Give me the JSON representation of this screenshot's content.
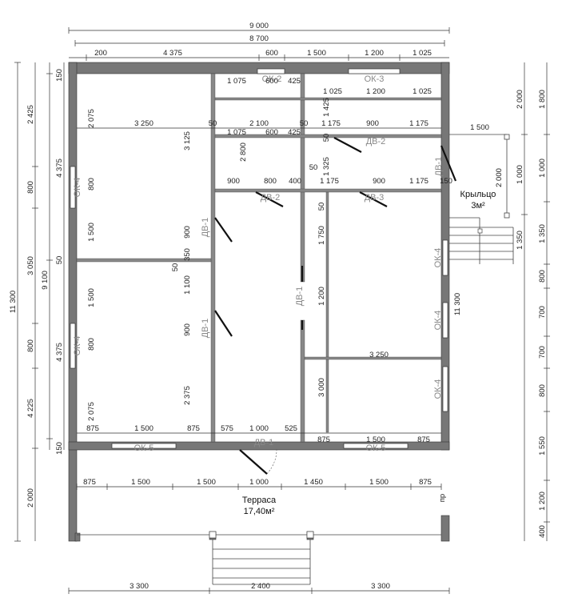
{
  "overall": {
    "width_total": "9 000",
    "width_inner": "8 700",
    "height_total": "11 300",
    "height_house": "9 100",
    "height_right": "11 300"
  },
  "rooms": {
    "terrace": "Терраса",
    "terrace_area": "17,40м²",
    "porch": "Крыльцо",
    "porch_area": "3м²"
  },
  "labels": {
    "ok3": "ОК-3",
    "ok2": "ОК-2",
    "ok4": "ОК-4",
    "ok5": "ОК-5",
    "dv1": "ДВ-1",
    "dv2": "ДВ-2",
    "dv3": "ДВ-3",
    "pr": "пр"
  },
  "dims": {
    "d200": "200",
    "d4375": "4 375",
    "d600": "600",
    "d1500": "1 500",
    "d1200": "1 200",
    "d1025": "1 025",
    "d1075": "1 075",
    "d425": "425",
    "d1425": "1 425",
    "d2075": "2 075",
    "d3250": "3 250",
    "d50": "50",
    "d2100": "2 100",
    "d1175": "1 175",
    "d900": "900",
    "d3125": "3 125",
    "d2800": "2 800",
    "d1325": "1 325",
    "d800": "800",
    "d400": "400",
    "d150": "150",
    "d350": "350",
    "d1100": "1 100",
    "d1750": "1 750",
    "d2375": "2 375",
    "d3000": "3 000",
    "d875": "875",
    "d575": "575",
    "d1000": "1 000",
    "d525": "525",
    "d1450": "1 450",
    "d3300": "3 300",
    "d2400": "2 400",
    "d2425": "2 425",
    "d3050": "3 050",
    "d4225": "4 225",
    "d2000": "2 000",
    "d1800": "1 800",
    "d1350": "1 350",
    "d700": "700",
    "d1550": "1 550"
  }
}
